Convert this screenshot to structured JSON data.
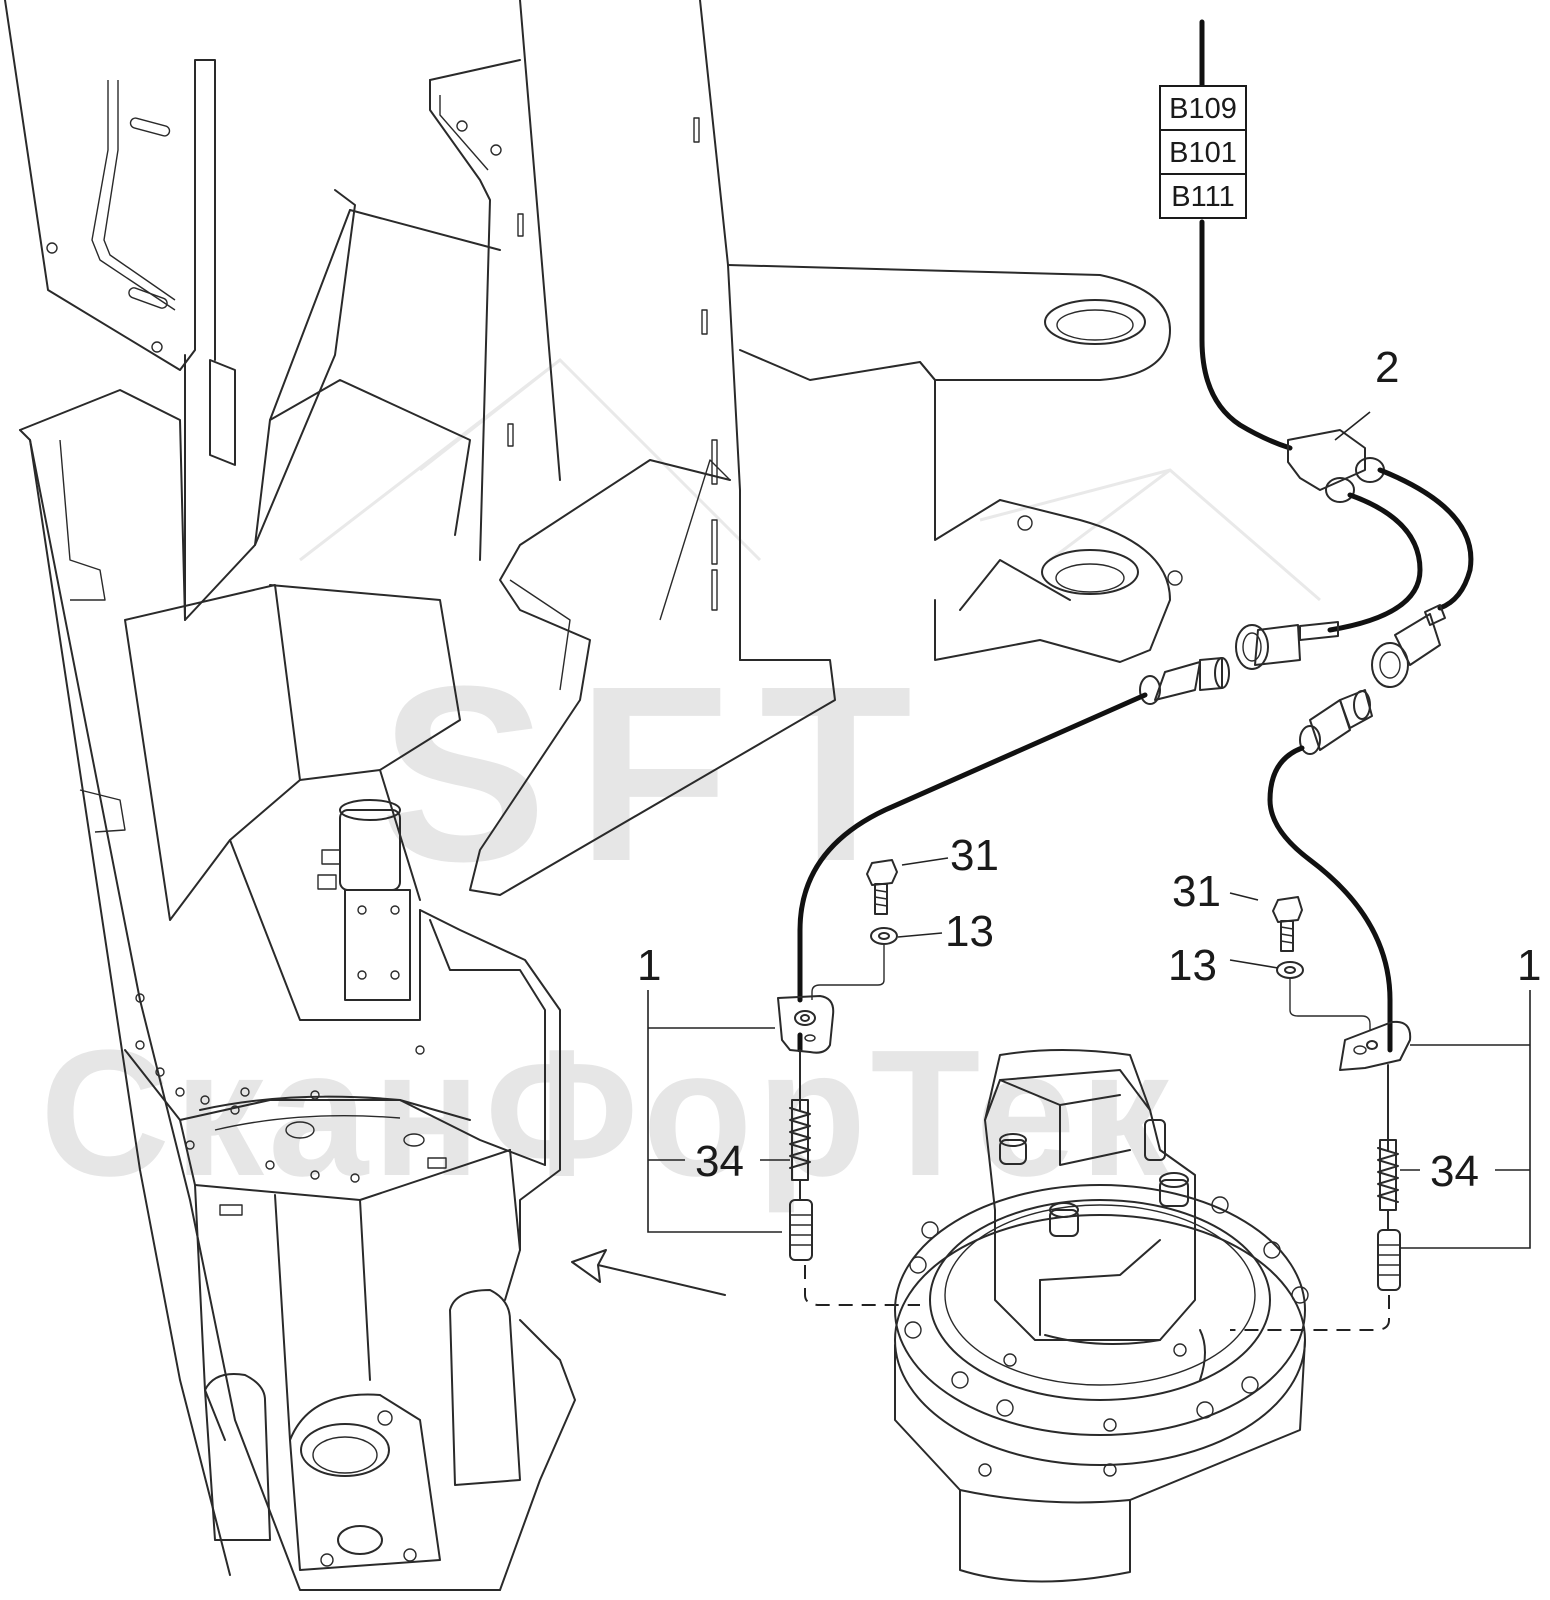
{
  "watermark": {
    "brand": "SFT",
    "name": "СканФорТек"
  },
  "connector_codes": [
    "B109",
    "B101",
    "B111"
  ],
  "callouts": {
    "item_2": "2",
    "item_1_left": "1",
    "item_1_right": "1",
    "item_31_left": "31",
    "item_31_right": "31",
    "item_13_left": "13",
    "item_13_right": "13",
    "item_34_left": "34",
    "item_34_right": "34"
  }
}
